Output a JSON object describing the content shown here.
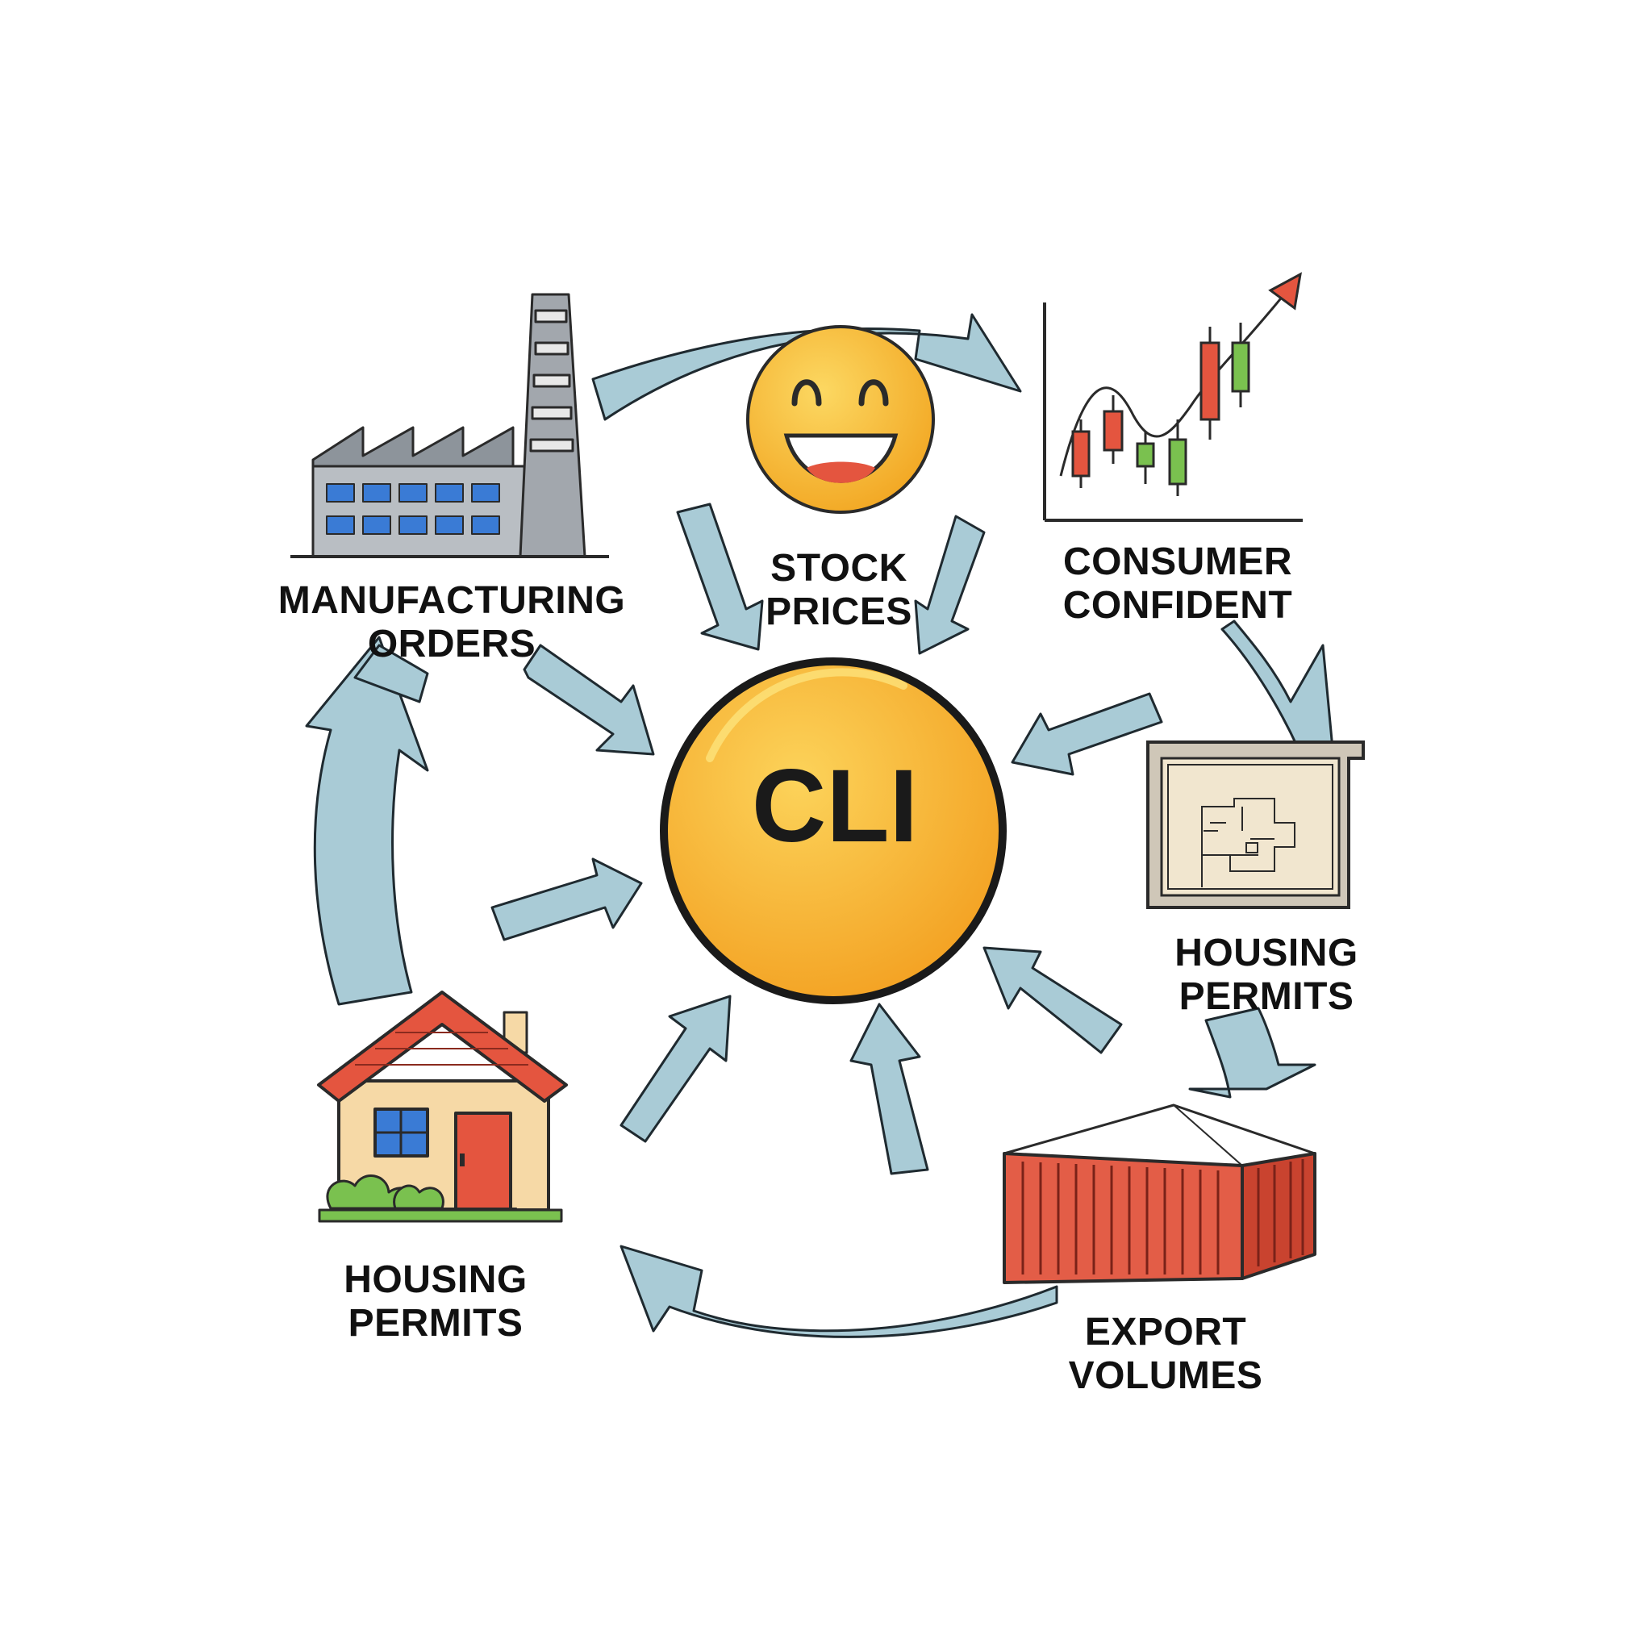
{
  "center": {
    "label": "CLI"
  },
  "nodes": [
    {
      "id": "manufacturing",
      "lines": [
        "MANUFACTURING",
        "ORDERS"
      ],
      "icon": "factory-icon"
    },
    {
      "id": "stock",
      "lines": [
        "STOCK",
        "PRICES"
      ],
      "icon": "smiley-face-icon"
    },
    {
      "id": "consumer",
      "lines": [
        "CONSUMER",
        "CONFIDENT"
      ],
      "icon": "candlestick-chart-icon"
    },
    {
      "id": "housing-right",
      "lines": [
        "HOUSING",
        "PERMITS"
      ],
      "icon": "floor-plan-icon"
    },
    {
      "id": "export",
      "lines": [
        "EXPORT",
        "VOLUMES"
      ],
      "icon": "shipping-container-icon"
    },
    {
      "id": "housing-left",
      "lines": [
        "HOUSING",
        "PERMITS"
      ],
      "icon": "house-icon"
    }
  ],
  "colors": {
    "arrow_fill": "#a9cbd6",
    "arrow_stroke": "#1f2a30",
    "cli_fill": "#f6b73c",
    "cli_stroke": "#1a1a1a"
  }
}
